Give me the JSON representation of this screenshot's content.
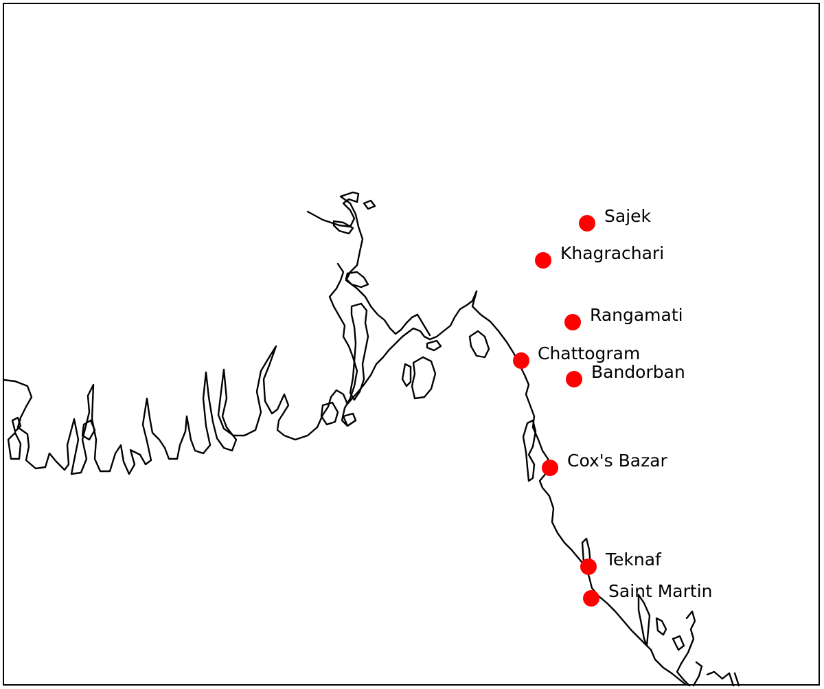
{
  "map": {
    "frame_color": "#000000",
    "coastline_color": "#000000",
    "marker_color": "#ff0000",
    "label_color": "#000000",
    "places": [
      {
        "name": "Sajek"
      },
      {
        "name": "Khagrachari"
      },
      {
        "name": "Rangamati"
      },
      {
        "name": "Chattogram"
      },
      {
        "name": "Bandorban"
      },
      {
        "name": "Cox's Bazar"
      },
      {
        "name": "Teknaf"
      },
      {
        "name": "Saint Martin"
      }
    ]
  }
}
